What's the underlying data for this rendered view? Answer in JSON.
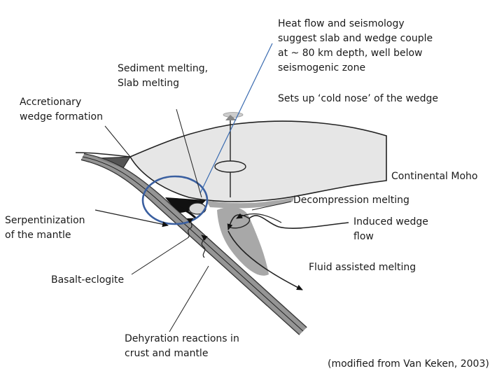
{
  "labels": {
    "sediment_melting": "Sediment melting,\nSlab melting",
    "accretionary": "Accretionary\nwedge formation",
    "heat_flow": "Heat flow and seismology\nsuggest slab and wedge couple\nat ~ 80 km depth, well below\nseismogenic zone",
    "cold_nose": "Sets up ‘cold nose’ of the wedge",
    "continental_moho": "Continental Moho",
    "decompression": "Decompression melting",
    "serpentinization": "Serpentinization\nof the mantle",
    "induced_flow": "Induced wedge\nflow",
    "fluid_melting": "Fluid assisted melting",
    "basalt_eclogite": "Basalt-eclogite",
    "dehydration": "Dehyration reactions in\ncrust and mantle",
    "credit": "(modified from Van Keken, 2003)"
  },
  "colors": {
    "crust": "#e6e6e6",
    "melt_zone": "#a8a8a8",
    "slab": "#8a8a8a",
    "dark_fill": "#111111",
    "highlight_circle": "#3a5fa0",
    "leader_line": "#3a6bb0"
  },
  "icons": {
    "volcano": "volcano-icon"
  }
}
